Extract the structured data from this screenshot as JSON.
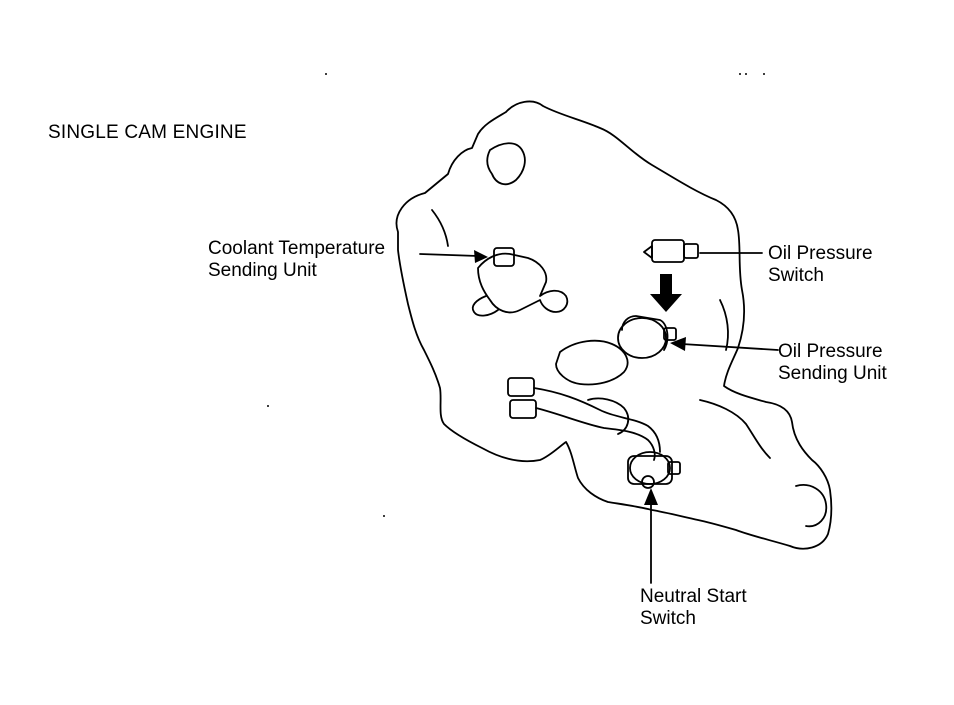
{
  "title": "SINGLE CAM ENGINE",
  "labels": {
    "coolant": {
      "line1": "Coolant Temperature",
      "line2": "Sending Unit"
    },
    "oil_switch": {
      "line1": "Oil Pressure",
      "line2": "Switch"
    },
    "oil_sender": {
      "line1": "Oil Pressure",
      "line2": "Sending Unit"
    },
    "neutral": {
      "line1": "Neutral Start",
      "line2": "Switch"
    }
  },
  "colors": {
    "ink": "#000000",
    "paper": "#ffffff"
  }
}
